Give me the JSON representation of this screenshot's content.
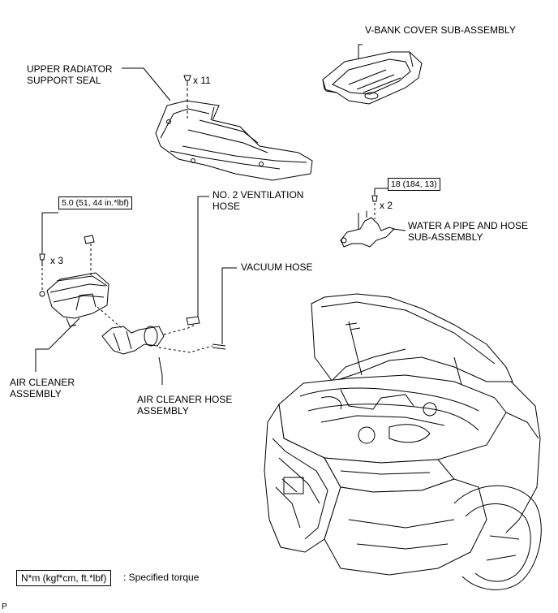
{
  "labels": {
    "vbank_cover": "V-BANK COVER SUB-ASSEMBLY",
    "upper_radiator_line1": "UPPER RADIATOR",
    "upper_radiator_line2": "SUPPORT SEAL",
    "qty_clips": "x 11",
    "torque_water_pipe": "18 (184, 13)",
    "qty_water_pipe": "x 2",
    "water_pipe_line1": "WATER A PIPE AND HOSE",
    "water_pipe_line2": "SUB-ASSEMBLY",
    "torque_air_cleaner": "5.0 (51, 44 in.*lbf)",
    "qty_air_cleaner": "x 3",
    "no2_vent_line1": "NO. 2 VENTILATION",
    "no2_vent_line2": "HOSE",
    "vacuum_hose": "VACUUM HOSE",
    "air_cleaner_line1": "AIR CLEANER",
    "air_cleaner_line2": "ASSEMBLY",
    "air_hose_line1": "AIR CLEANER HOSE",
    "air_hose_line2": "ASSEMBLY"
  },
  "legend": {
    "unit_box": "N*m (kgf*cm, ft.*lbf)",
    "description": ": Specified torque"
  },
  "footer": {
    "code": "P"
  }
}
